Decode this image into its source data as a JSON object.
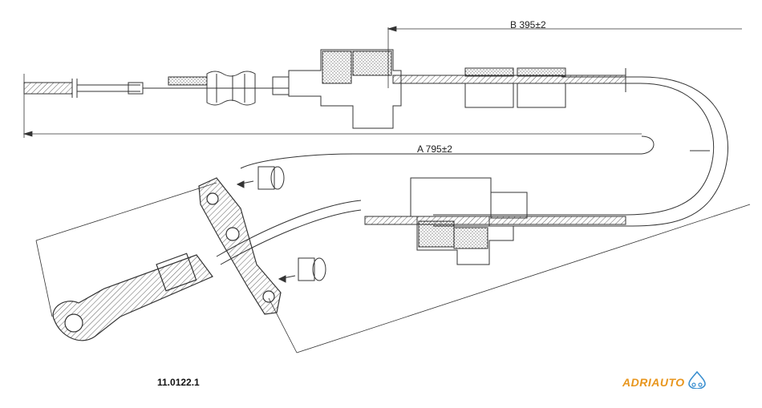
{
  "drawing": {
    "dimension_b": "B  395±2",
    "dimension_a": "A  795±2"
  },
  "part_number": "11.0122.1",
  "brand": {
    "name": "ADRIAUTO",
    "text_color": "#e8961e",
    "logo_color": "#3a8fd0",
    "logo_icon": "car-droplet-icon"
  }
}
